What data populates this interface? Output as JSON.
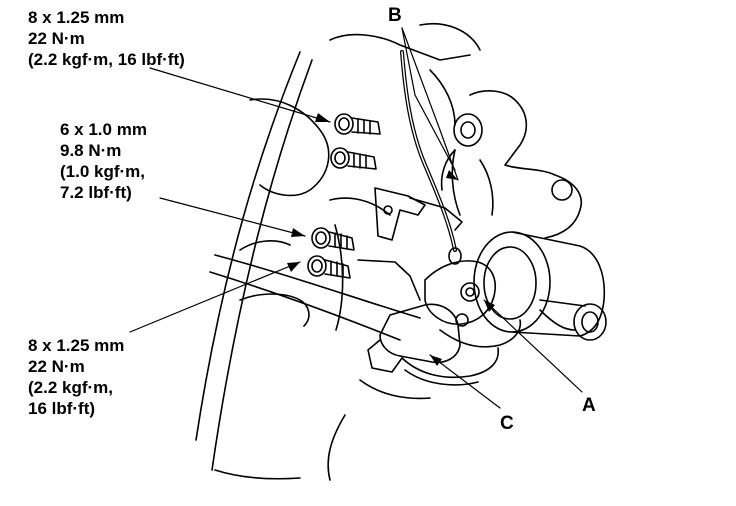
{
  "callouts": {
    "top": {
      "size": "8 x 1.25 mm",
      "torque": "22 N·m",
      "alt": "(2.2 kgf·m, 16 lbf·ft)"
    },
    "middle": {
      "size": "6 x 1.0 mm",
      "torque": "9.8 N·m",
      "alt1": "(1.0 kgf·m,",
      "alt2": "7.2 lbf·ft)"
    },
    "bottom": {
      "size": "8 x 1.25 mm",
      "torque": "22 N·m",
      "alt1": "(2.2 kgf·m,",
      "alt2": "16 lbf·ft)"
    }
  },
  "letters": {
    "a": "A",
    "b": "B",
    "c": "C"
  },
  "colors": {
    "ink": "#000000",
    "paper": "#ffffff"
  }
}
